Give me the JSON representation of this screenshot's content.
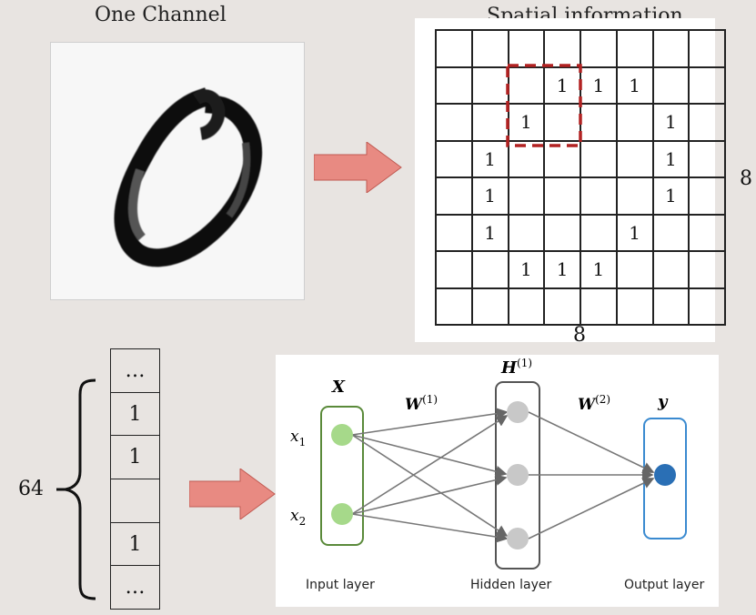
{
  "captions": {
    "one_channel": "One Channel",
    "spatial_information": "Spatial information"
  },
  "grid": {
    "rows": [
      [
        "",
        "",
        "",
        "",
        "",
        "",
        "",
        ""
      ],
      [
        "",
        "",
        "",
        "1",
        "1",
        "1",
        "",
        ""
      ],
      [
        "",
        "",
        "1",
        "",
        "",
        "",
        "1",
        ""
      ],
      [
        "",
        "1",
        "",
        "",
        "",
        "",
        "1",
        ""
      ],
      [
        "",
        "1",
        "",
        "",
        "",
        "",
        "1",
        ""
      ],
      [
        "",
        "1",
        "",
        "",
        "",
        "1",
        "",
        ""
      ],
      [
        "",
        "",
        "1",
        "1",
        "1",
        "",
        "",
        ""
      ],
      [
        "",
        "",
        "",
        "",
        "",
        "",
        "",
        ""
      ]
    ],
    "width_label": "8",
    "height_label": "8",
    "highlight_color": "#b22222"
  },
  "vector": {
    "cells": [
      "…",
      "1",
      "1",
      "",
      "1",
      "…"
    ],
    "length_label": "64"
  },
  "network": {
    "input_label": "X",
    "hidden_label": "H",
    "hidden_sup": "(1)",
    "output_label": "y",
    "w1_label": "W",
    "w1_sup": "(1)",
    "w2_label": "W",
    "w2_sup": "(2)",
    "x1_label": "x",
    "x1_sub": "1",
    "x2_label": "x",
    "x2_sub": "2",
    "input_layer_caption": "Input layer",
    "hidden_layer_caption": "Hidden layer",
    "output_layer_caption": "Output layer",
    "colors": {
      "input_node": "#a6d98a",
      "input_box": "#5a8a3a",
      "hidden_node": "#c8c8c8",
      "hidden_box": "#555555",
      "output_node": "#2a6fb5",
      "output_box": "#3a8ad0",
      "arrow": "#e36b63"
    }
  }
}
